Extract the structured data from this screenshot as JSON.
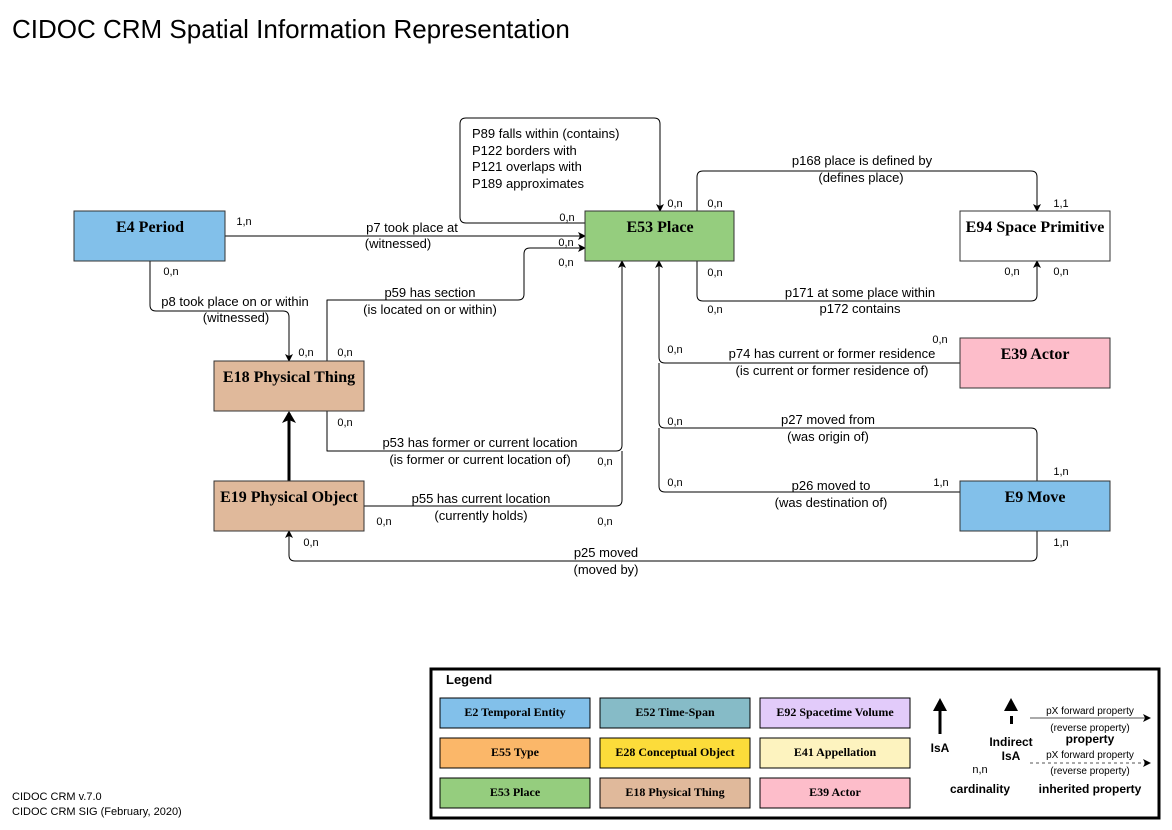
{
  "title": "CIDOC CRM Spatial Information Representation",
  "entities": {
    "e4": {
      "label": "E4 Period",
      "color": "#82c0ea"
    },
    "e53": {
      "label": "E53 Place",
      "color": "#95cd7e"
    },
    "e94": {
      "label": "E94 Space Primitive",
      "color": "#ffffff"
    },
    "e18": {
      "label": "E18 Physical Thing",
      "color": "#e0b99b"
    },
    "e19": {
      "label": "E19 Physical Object",
      "color": "#e0b99b"
    },
    "e39": {
      "label": "E39 Actor",
      "color": "#fdbdca"
    },
    "e9": {
      "label": "E9 Move",
      "color": "#82c0ea"
    }
  },
  "place_self_properties": {
    "lines": [
      "P89 falls within (contains)",
      "P122 borders with",
      "P121 overlaps with",
      "P189 approximates"
    ],
    "card_from": "0,n",
    "card_to": "0,n"
  },
  "properties": {
    "p7": {
      "forward": "p7 took place at",
      "reverse": "(witnessed)",
      "card_from": "1,n",
      "card_to": "0,n"
    },
    "p8": {
      "forward": "p8 took place on or within",
      "reverse": "(witnessed)",
      "card_from": "0,n",
      "card_to": "0,n"
    },
    "p59": {
      "forward": "p59 has section",
      "reverse": "(is located on or within)",
      "card_from": "0,n",
      "card_to": "0,n"
    },
    "p168": {
      "forward": "p168 place is defined by",
      "reverse": "(defines place)",
      "card_from": "0,n",
      "card_to": "1,1"
    },
    "p171_p172": {
      "forward": "p171 at some place within",
      "reverse": "p172 contains",
      "card_from_1": "0,n",
      "card_from_2": "0,n",
      "card_to_1": "0,n",
      "card_to_2": "0,n"
    },
    "p53": {
      "forward": "p53 has former or current location",
      "reverse": "(is former or current location of)",
      "card_from": "0,n",
      "card_to": "0,n"
    },
    "p55": {
      "forward": "p55 has current location",
      "reverse": "(currently holds)",
      "card_from": "0,n",
      "card_to": "0,n"
    },
    "p74": {
      "forward": "p74 has current or former residence",
      "reverse": "(is current or former residence of)",
      "card_from": "0,n",
      "card_to": "0,n"
    },
    "p27": {
      "forward": "p27 moved from",
      "reverse": "(was origin of)",
      "card_from": "1,n",
      "card_to": "0,n"
    },
    "p26": {
      "forward": "p26 moved to",
      "reverse": "(was destination of)",
      "card_from": "1,n",
      "card_to": "0,n"
    },
    "p25": {
      "forward": "p25 moved",
      "reverse": "(moved by)",
      "card_from": "1,n",
      "card_to": "0,n"
    }
  },
  "legend": {
    "title": "Legend",
    "classes": [
      {
        "label": "E2 Temporal Entity",
        "color": "#82c0ea"
      },
      {
        "label": "E52 Time-Span",
        "color": "#86bbc7"
      },
      {
        "label": "E92 Spacetime Volume",
        "color": "#e2cbfa"
      },
      {
        "label": "E55 Type",
        "color": "#fbb769"
      },
      {
        "label": "E28 Conceptual Object",
        "color": "#fcdc3a"
      },
      {
        "label": "E41 Appellation",
        "color": "#fdf3bf"
      },
      {
        "label": "E53 Place",
        "color": "#95cd7e"
      },
      {
        "label": "E18 Physical Thing",
        "color": "#e0b99b"
      },
      {
        "label": "E39 Actor",
        "color": "#fdbdca"
      }
    ],
    "isa_label": "IsA",
    "indirect_isa_label_1": "Indirect",
    "indirect_isa_label_2": "IsA",
    "cardinality_example": "n,n",
    "cardinality_label": "cardinality",
    "property_forward": "pX forward property",
    "property_reverse": "(reverse property)",
    "property_label": "property",
    "inherited_forward": "pX forward property",
    "inherited_reverse": "(reverse property)",
    "inherited_label": "inherited property"
  },
  "footer": {
    "version": "CIDOC CRM v.7.0",
    "credit": "CIDOC CRM SIG (February, 2020)"
  }
}
